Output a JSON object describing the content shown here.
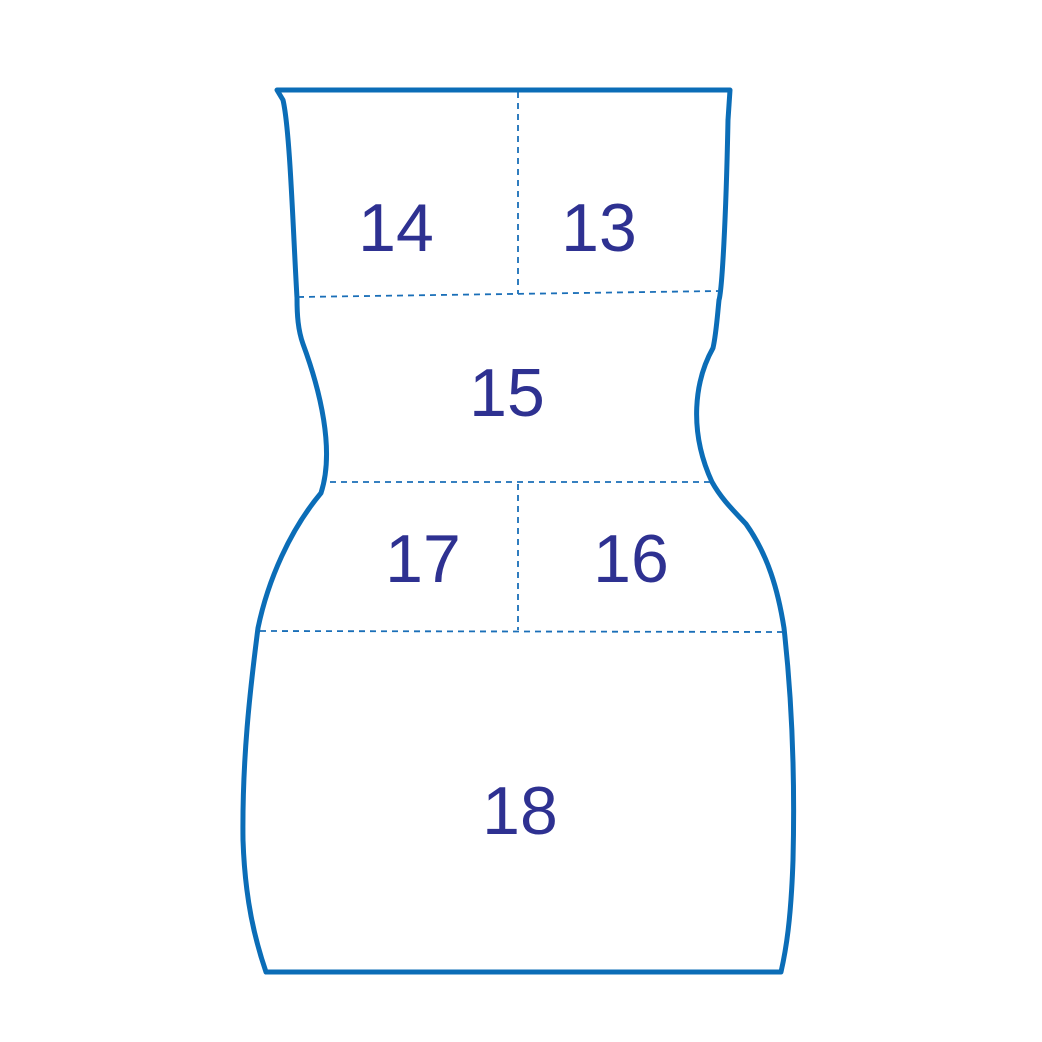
{
  "colors": {
    "outline": "#0B6DB7",
    "divider": "#1A6FB8",
    "label": "#2E3191",
    "background": "#FFFFFF"
  },
  "zones": [
    {
      "id": "14",
      "label": "14"
    },
    {
      "id": "13",
      "label": "13"
    },
    {
      "id": "15",
      "label": "15"
    },
    {
      "id": "17",
      "label": "17"
    },
    {
      "id": "16",
      "label": "16"
    },
    {
      "id": "18",
      "label": "18"
    }
  ]
}
